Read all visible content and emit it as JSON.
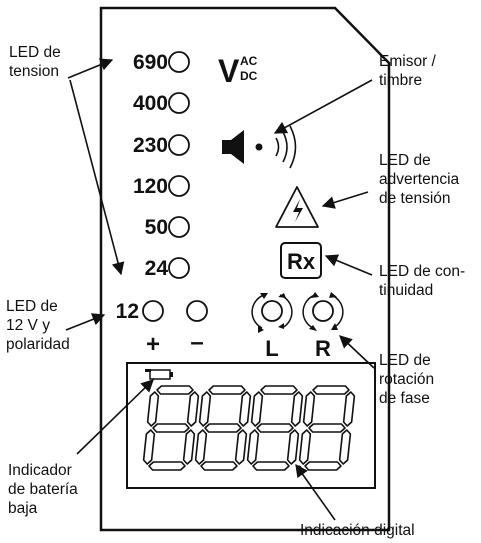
{
  "callouts": {
    "led_tension": "LED de\ntension",
    "emisor": "Emisor /\ntimbre",
    "led_advertencia": "LED de\nadvertencia\nde tensión",
    "led_continuidad": "LED de con-\ntinuidad",
    "led_12v": "LED de\n12 V y\npolaridad",
    "led_rotacion": "LED de\nrotación\nde fase",
    "indicador_bateria": "Indicador\nde batería\nbaja",
    "indicacion_digital": "Indicación digital"
  },
  "panel": {
    "voltage_levels": [
      "690",
      "400",
      "230",
      "120",
      "50",
      "24",
      "12"
    ],
    "v_symbol": "V",
    "v_ac": "AC",
    "v_dc": "DC",
    "plus": "+",
    "minus": "–",
    "rotation_left": "L",
    "rotation_right": "R",
    "continuity_symbol": "Rx",
    "display_digits": 4
  },
  "colors": {
    "ink": "#111111",
    "background": "#ffffff"
  },
  "icons": [
    "speaker-icon",
    "warning-triangle-icon",
    "continuity-rx-icon",
    "rotation-left-icon",
    "rotation-right-icon",
    "battery-icon"
  ]
}
